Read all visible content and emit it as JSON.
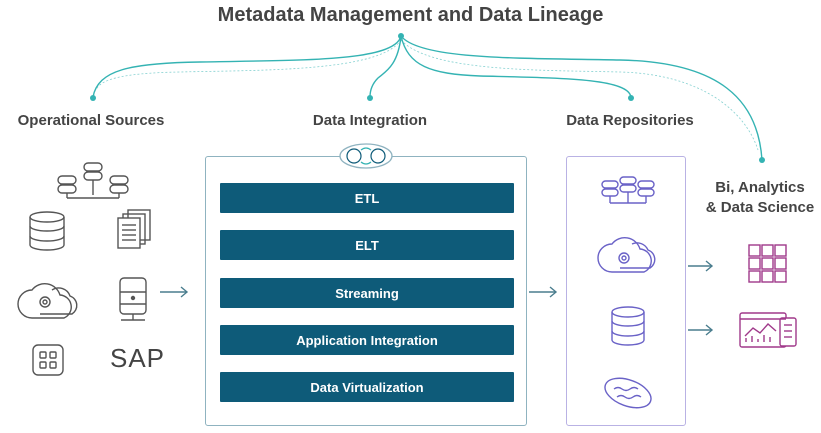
{
  "title": "Metadata Management and Data Lineage",
  "columns": {
    "sources": "Operational Sources",
    "integration": "Data Integration",
    "repositories": "Data Repositories",
    "bi_line1": "Bi, Analytics",
    "bi_line2": "& Data Science"
  },
  "integration_methods": [
    "ETL",
    "ELT",
    "Streaming",
    "Application Integration",
    "Data Virtualization"
  ],
  "sources_text": {
    "sap": "SAP"
  },
  "icons": {
    "sources": [
      "database-network-icon",
      "database-icon",
      "documents-icon",
      "cloud-gear-icon",
      "server-icon",
      "app-grid-icon"
    ],
    "integration": "data-exchange-icon",
    "repositories": [
      "database-network-icon",
      "cloud-gear-icon",
      "database-icon",
      "data-lake-icon"
    ],
    "bi": [
      "dashboard-grid-icon",
      "analytics-chart-icon"
    ]
  },
  "colors": {
    "lineage": "#34b3b3",
    "integration_bar": "#0e5b79",
    "integration_border": "#8fb3c0",
    "repos_border": "#b9b2e4",
    "repos_icons": "#6a62c7",
    "bi_icons": "#a0398a",
    "arrow": "#4a7d8e",
    "source_icons": "#555555"
  }
}
